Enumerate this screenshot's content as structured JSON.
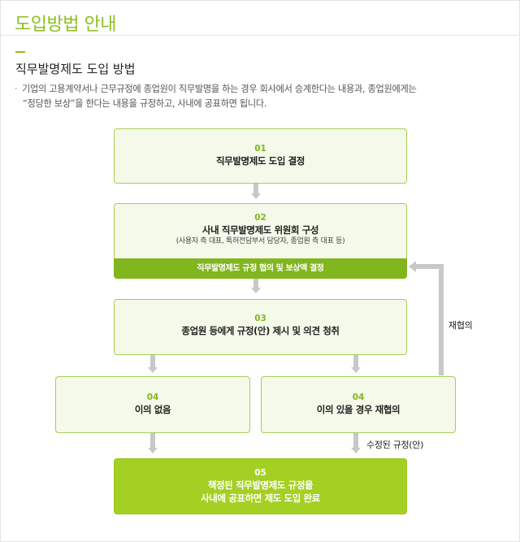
{
  "header": {
    "title": "도입방법 안내"
  },
  "section": {
    "title": "직무발명제도 도입 방법",
    "description_line1": "기업의 고용계약서나 근무규정에 종업원이 직무발명을 하는 경우 회사에서 승계한다는 내용과, 종업원에게는",
    "description_line2": "“정당한 보상”을 한다는 내용을 규정하고, 사내에 공표하면 됩니다."
  },
  "flow": {
    "step1": {
      "num": "01",
      "label": "직무발명제도 도입 결정"
    },
    "step2": {
      "num": "02",
      "label": "사내 직무발명제도 위원회 구성",
      "sub": "(사용자 측 대표, 특허전담부서 담당자, 종업원 측 대표 등)"
    },
    "step2_band": "직무발명제도 규정 협의 및 보상액 결정",
    "step3": {
      "num": "03",
      "label": "종업원 등에게 규정(안) 제시 및 의견 청취"
    },
    "step4a": {
      "num": "04",
      "label": "이의 없음"
    },
    "step4b": {
      "num": "04",
      "label": "이의 있을 경우 재협의"
    },
    "step5": {
      "num": "05",
      "label_line1": "책정된 직무발명제도 규정을",
      "label_line2": "사내에 공표하면 제도 도입 완료"
    },
    "edge_rediscuss": "재협의",
    "edge_revised": "수정된 규정(안)"
  },
  "colors": {
    "accent_green": "#8cbf1f",
    "band_green": "#82b61e",
    "final_green": "#a4d024",
    "box_fill": "#f4f9e9",
    "box_border": "#a5cf55",
    "connector_gray": "#c8c8c8"
  }
}
